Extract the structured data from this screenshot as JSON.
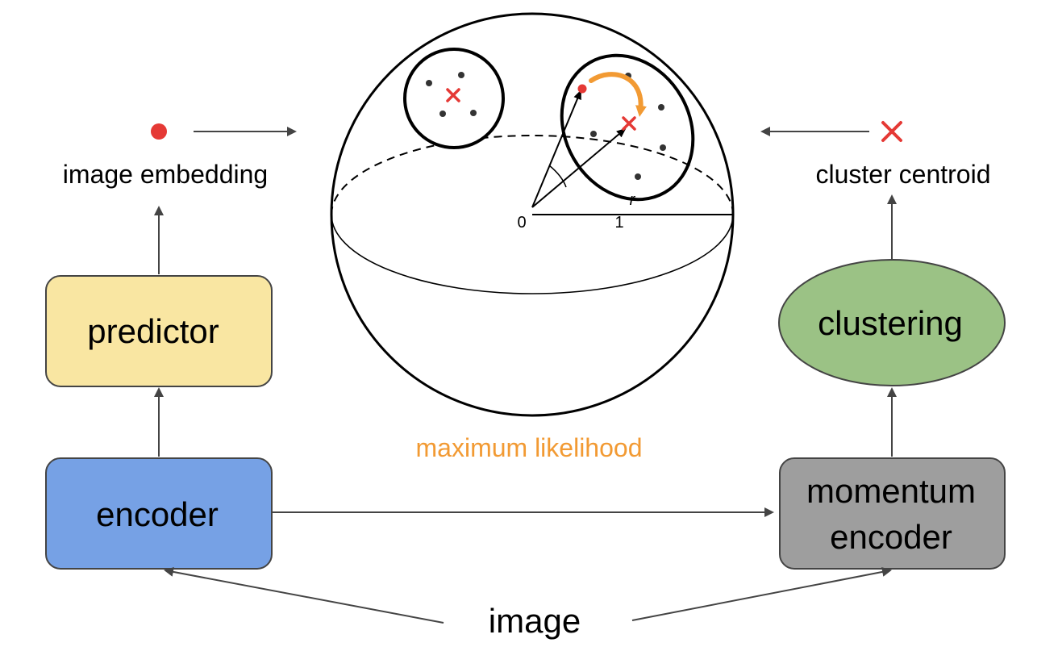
{
  "labels": {
    "image_embedding": "image embedding",
    "cluster_centroid": "cluster centroid",
    "predictor": "predictor",
    "clustering": "clustering",
    "encoder": "encoder",
    "momentum_encoder_line1": "momentum",
    "momentum_encoder_line2": "encoder",
    "maximum_likelihood": "maximum likelihood",
    "image": "image",
    "axis_origin": "0",
    "axis_one": "1",
    "axis_r": "r"
  },
  "colors": {
    "predictor_fill": "#f9e6a2",
    "encoder_fill": "#76a1e5",
    "clustering_fill": "#9bc285",
    "momentum_fill": "#9e9e9e",
    "embedding_dot": "#e53935",
    "centroid_cross": "#e53935",
    "likelihood_orange": "#f29a33",
    "stroke": "#444444"
  },
  "icons": {
    "embedding_marker": "red-dot-icon",
    "centroid_marker": "red-cross-icon"
  }
}
